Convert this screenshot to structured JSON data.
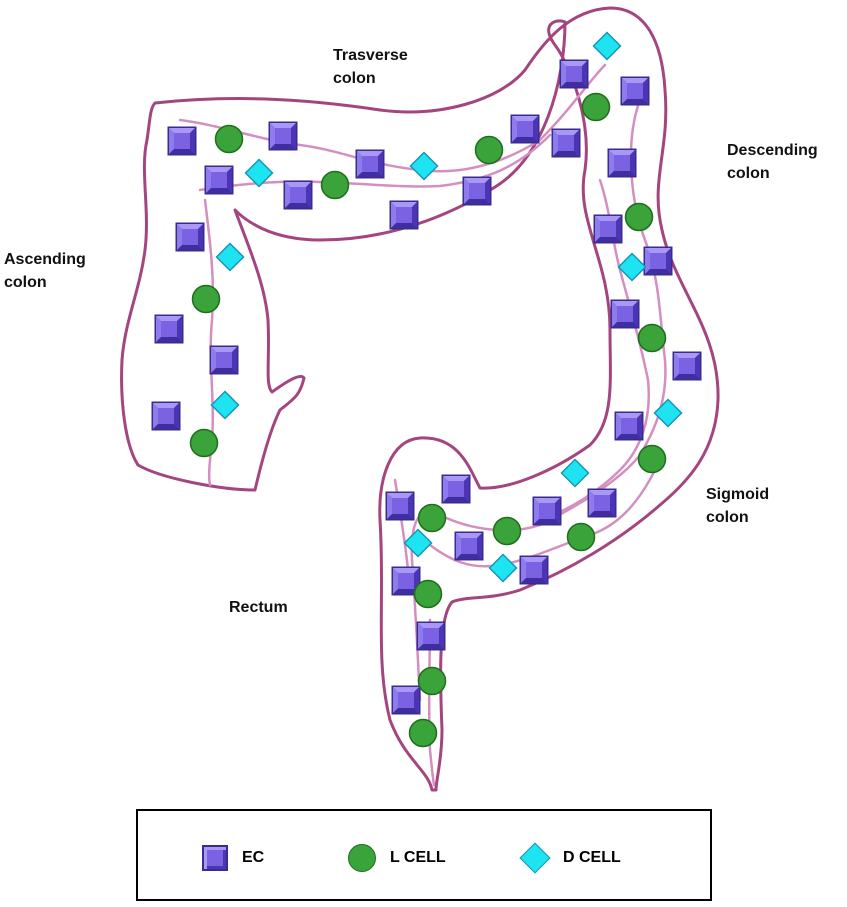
{
  "regions": {
    "transverse": "Trasverse\ncolon",
    "descending": "Descending\ncolon",
    "ascending": "Ascending\ncolon",
    "sigmoid": "Sigmoid\ncolon",
    "rectum": "Rectum"
  },
  "legend": {
    "ec": "EC",
    "l_cell": "L CELL",
    "d_cell": "D CELL"
  },
  "colors": {
    "colon_outline": "#a4457f",
    "mucosa_line": "#d48fc0",
    "ec": "#7a62e3",
    "l_cell": "#3aa33a",
    "d_cell": "#1ee3f0"
  },
  "icons": {
    "ec": "purple-square-icon",
    "l_cell": "green-circle-icon",
    "d_cell": "cyan-diamond-icon"
  }
}
